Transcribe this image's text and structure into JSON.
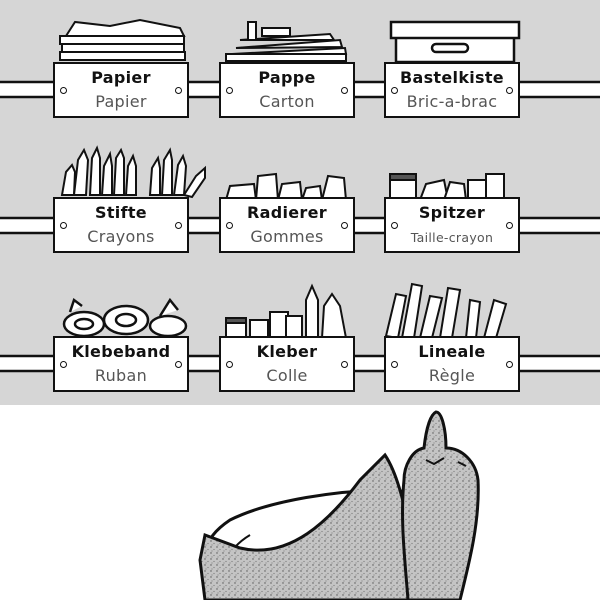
{
  "shelves": [
    {
      "item": "paper",
      "de": "Papier",
      "fr": "Papier"
    },
    {
      "item": "cardboard",
      "de": "Pappe",
      "fr": "Carton"
    },
    {
      "item": "craft-box",
      "de": "Bastelkiste",
      "fr": "Bric-a-brac"
    },
    {
      "item": "pencils",
      "de": "Stifte",
      "fr": "Crayons"
    },
    {
      "item": "erasers",
      "de": "Radierer",
      "fr": "Gommes"
    },
    {
      "item": "sharpeners",
      "de": "Spitzer",
      "fr": "Taille-crayon"
    },
    {
      "item": "tape",
      "de": "Klebeband",
      "fr": "Ruban"
    },
    {
      "item": "glue",
      "de": "Kleber",
      "fr": "Colle"
    },
    {
      "item": "rulers",
      "de": "Lineale",
      "fr": "Règle"
    }
  ],
  "colors": {
    "wall": "#d6d6d6",
    "ink": "#111111",
    "label_fr": "#555555",
    "cat_fur": "#bdbdbd"
  }
}
